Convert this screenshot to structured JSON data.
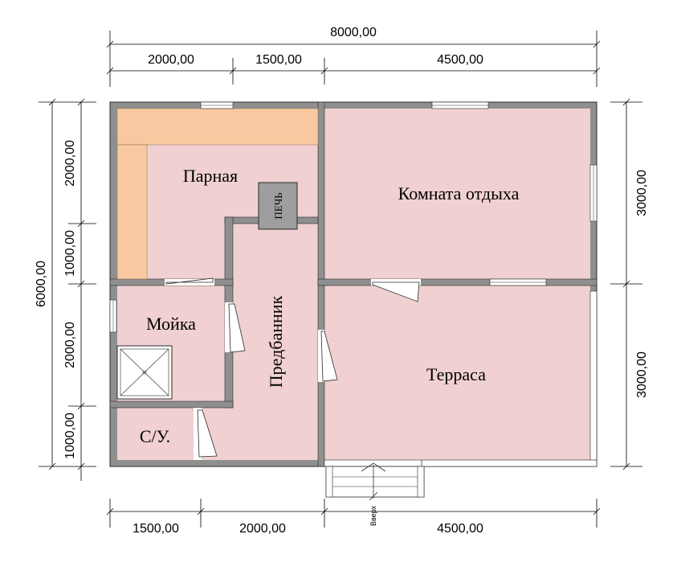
{
  "colors": {
    "wall": "#8f8f8f",
    "wall_dark": "#2a2a2a",
    "floor": "#f0d0d0",
    "shelf": "#f8c9a0",
    "stove": "#9e9e9e",
    "shower": "#ffffff"
  },
  "dimensions": {
    "top_total": "8000,00",
    "top_1": "2000,00",
    "top_2": "1500,00",
    "top_3": "4500,00",
    "bottom_1": "1500,00",
    "bottom_2": "2000,00",
    "bottom_3": "4500,00",
    "left_total": "6000,00",
    "left_1": "2000,00",
    "left_2": "1000,00",
    "left_3": "2000,00",
    "left_4": "1000,00",
    "right_1": "3000,00",
    "right_2": "3000,00"
  },
  "rooms": {
    "steam_room": "Парная",
    "rest_room": "Комната отдыха",
    "washroom": "Мойка",
    "dressing_room": "Предбанник",
    "terrace": "Терраса",
    "toilet": "С/У.",
    "stove": "ПЕЧЬ"
  },
  "stairs_label": "Вверх"
}
